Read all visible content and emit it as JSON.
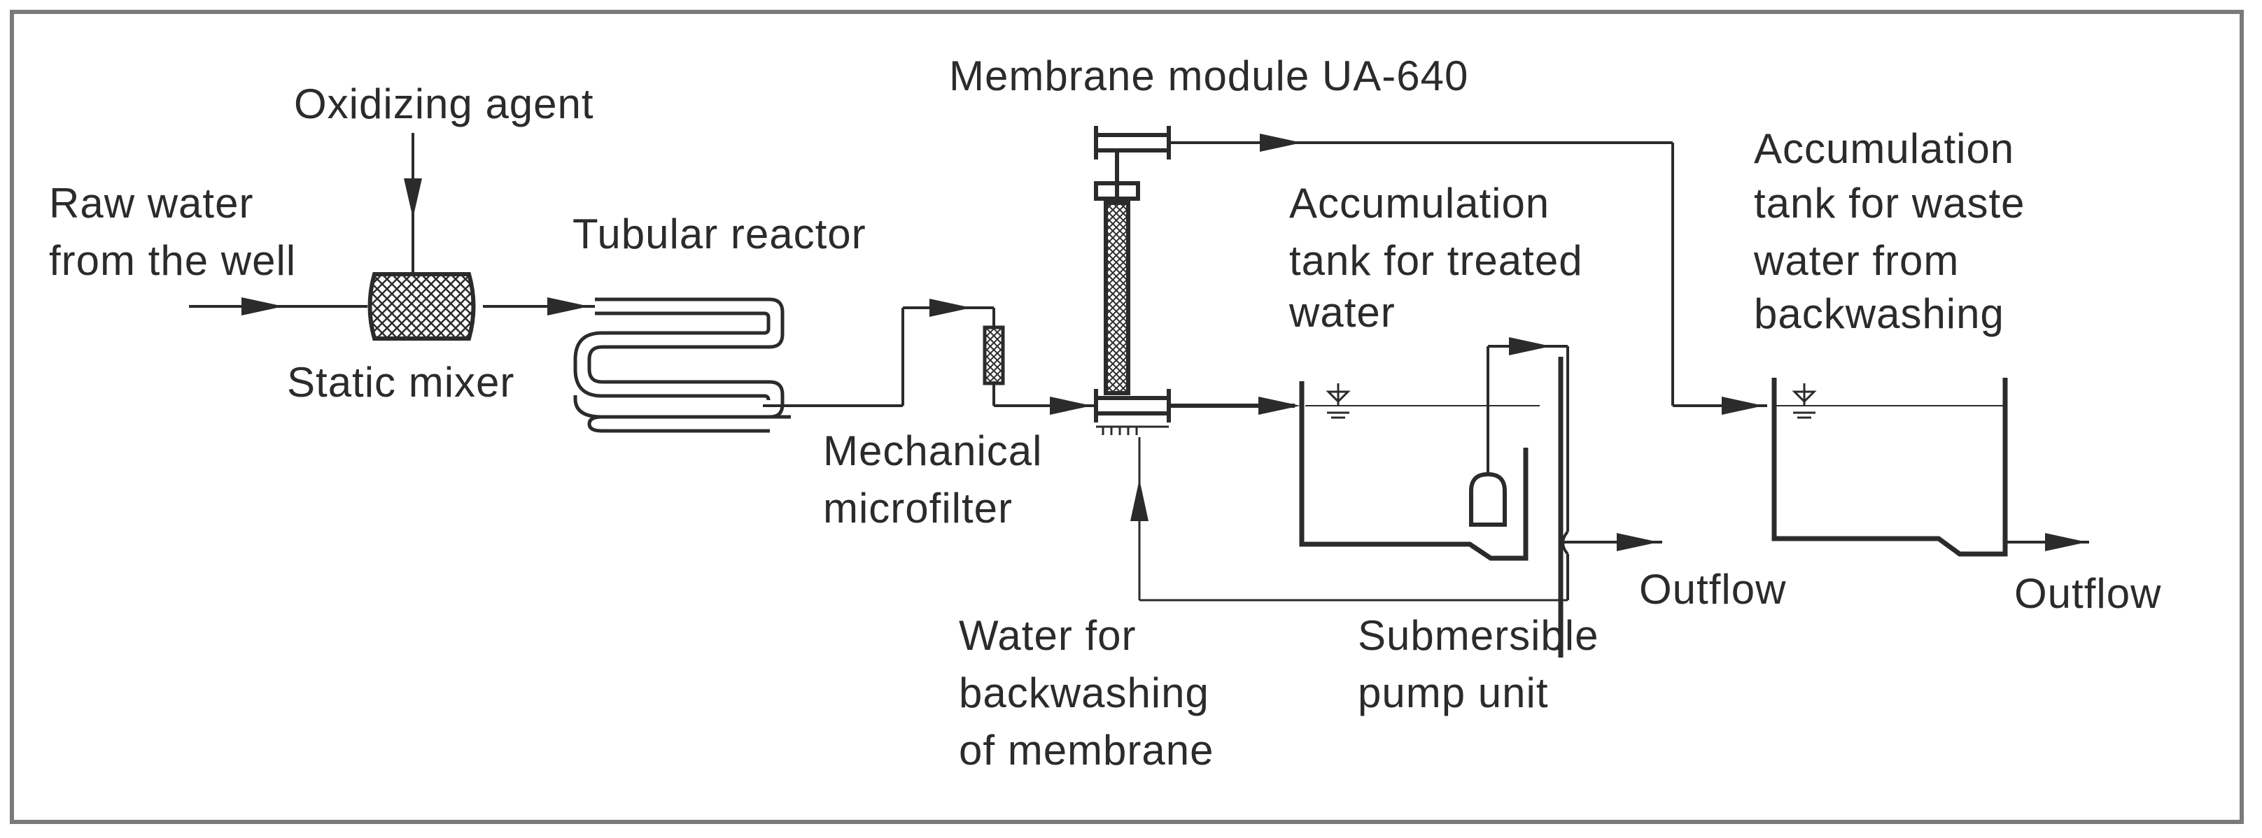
{
  "labels": {
    "oxidizing_agent": "Oxidizing agent",
    "raw_water_line1": "Raw water",
    "raw_water_line2": "from the well",
    "static_mixer": "Static mixer",
    "tubular_reactor": "Tubular reactor",
    "membrane_module": "Membrane module UA-640",
    "mechanical_line1": "Mechanical",
    "mechanical_line2": "microfilter",
    "treated_tank_line1": "Accumulation",
    "treated_tank_line2": "tank for treated",
    "treated_tank_line3": "water",
    "waste_tank_line1": "Accumulation",
    "waste_tank_line2": "tank for waste",
    "waste_tank_line3": "water from",
    "waste_tank_line4": "backwashing",
    "outflow_1": "Outflow",
    "outflow_2": "Outflow",
    "backwash_line1": "Water for",
    "backwash_line2": "backwashing",
    "backwash_line3": "of membrane",
    "pump_line1": "Submersible",
    "pump_line2": "pump unit"
  },
  "colors": {
    "line": "#2b2b2b",
    "frame": "#7a7a7a",
    "background": "#ffffff"
  }
}
